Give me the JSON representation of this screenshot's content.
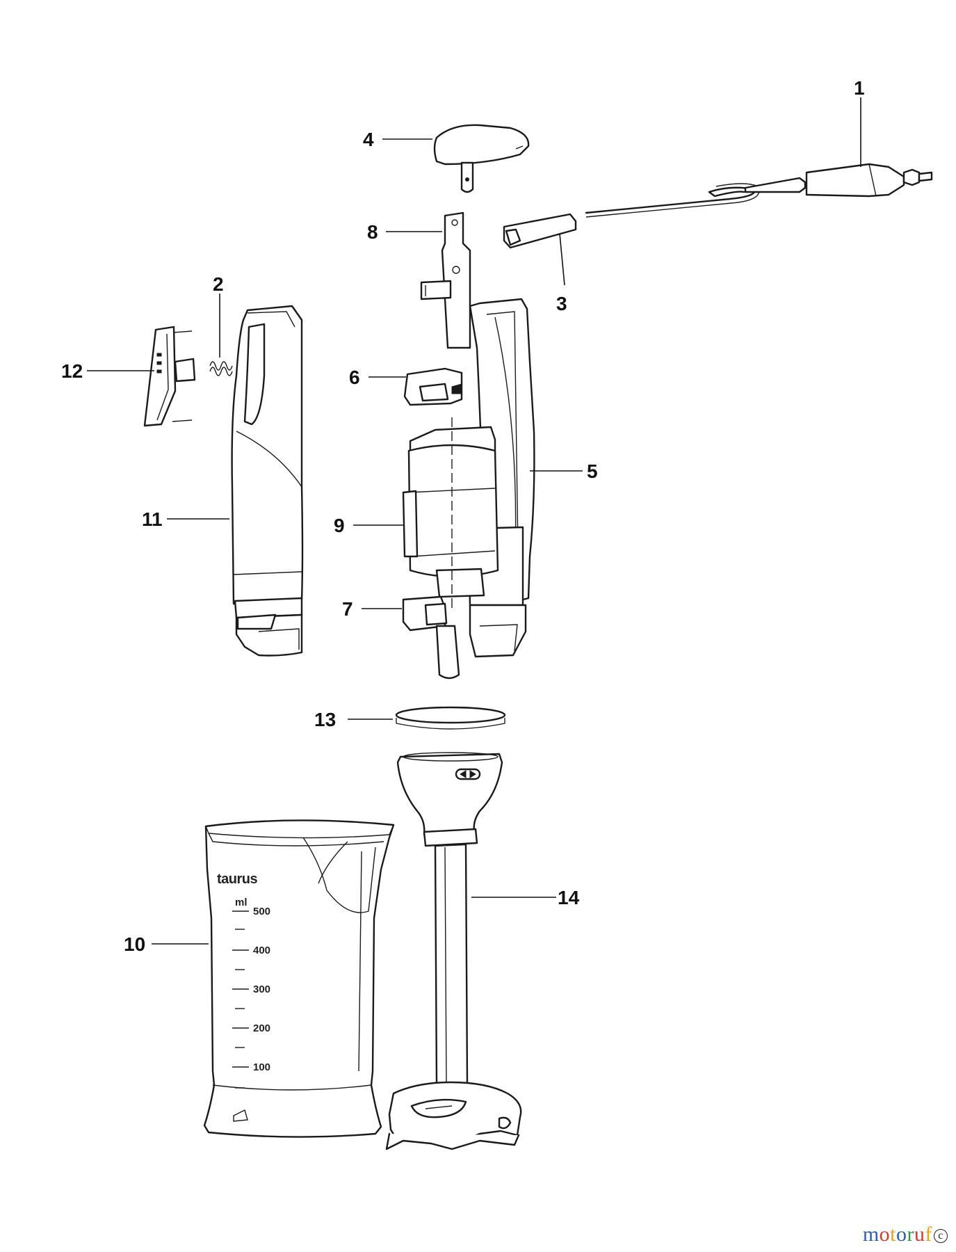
{
  "callouts": [
    "1",
    "2",
    "3",
    "4",
    "5",
    "6",
    "7",
    "8",
    "9",
    "10",
    "11",
    "12",
    "13",
    "14"
  ],
  "jar": {
    "brand": "taurus",
    "unit": "ml",
    "marks": [
      "500",
      "400",
      "300",
      "200",
      "100"
    ]
  },
  "watermark": {
    "letters": [
      "m",
      "o",
      "t",
      "o",
      "r",
      "u",
      "f"
    ],
    "colors": [
      "#2b5fb3",
      "#d43a2a",
      "#e6a614",
      "#2b5fb3",
      "#2e9a3e",
      "#d43a2a",
      "#e6a614"
    ],
    "badge": "c"
  }
}
